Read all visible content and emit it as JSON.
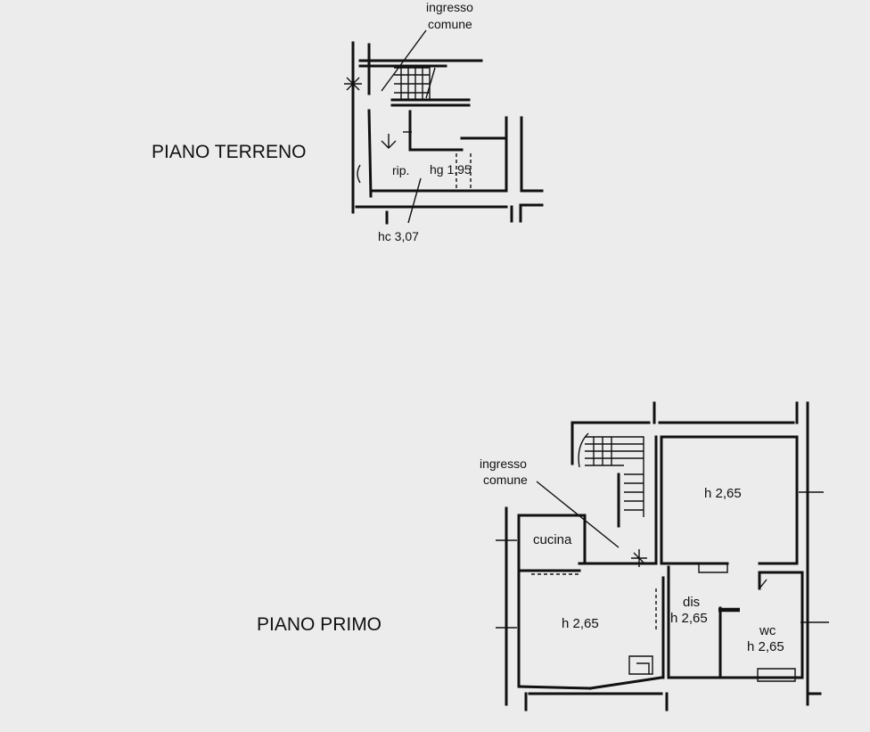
{
  "floors": [
    {
      "title": "PIANO TERRENO",
      "labels": {
        "entrance": [
          "ingresso",
          "comune"
        ],
        "storage": "rip.",
        "garage_height": "hg 1,95",
        "ceiling_height": "hc 3,07"
      }
    },
    {
      "title": "PIANO PRIMO",
      "labels": {
        "entrance": [
          "ingresso",
          "comune"
        ],
        "kitchen": "cucina",
        "room_top_right_height": "h 2,65",
        "room_left_height": "h 2,65",
        "hall": "dis",
        "hall_height": "h 2,65",
        "bathroom": "wc",
        "bathroom_height": "h 2,65"
      }
    }
  ]
}
